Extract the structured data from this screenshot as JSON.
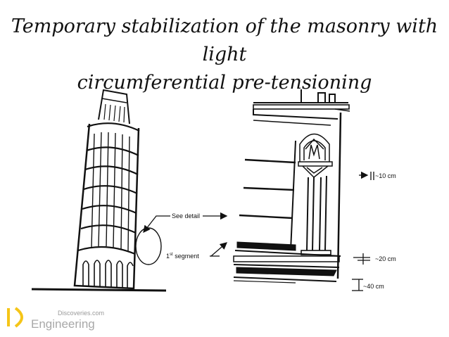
{
  "title_line1": "Temporary stabilization of the masonry with light",
  "title_line2": "circumferential pre-tensioning",
  "labels": {
    "see_detail": "See detail",
    "segment_ordinal": "1",
    "segment_sup": "st",
    "segment_text": " segment",
    "dim1": "~10 cm",
    "dim2": "~20 cm",
    "dim3": "~40 cm"
  },
  "watermark": {
    "small": "Discoveries.com",
    "large": "Engineering",
    "logo_color": "#f5c518"
  }
}
